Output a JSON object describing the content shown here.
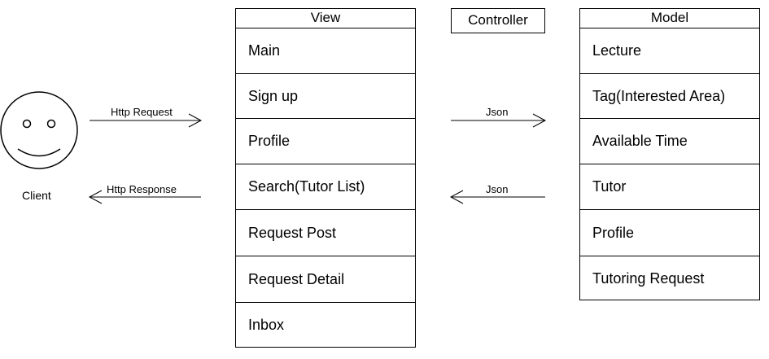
{
  "client": {
    "label": "Client",
    "icon": "smiley-face-icon"
  },
  "arrows": {
    "http_request": "Http Request",
    "http_response": "Http Response",
    "json_to_model": "Json",
    "json_from_model": "Json"
  },
  "view": {
    "title": "View",
    "items": [
      "Main",
      "Sign up",
      "Profile",
      "Search(Tutor List)",
      "Request Post",
      "Request Detail",
      "Inbox"
    ]
  },
  "controller": {
    "title": "Controller"
  },
  "model": {
    "title": "Model",
    "items": [
      "Lecture",
      "Tag(Interested Area)",
      "Available Time",
      "Tutor",
      "Profile",
      "Tutoring Request"
    ]
  }
}
